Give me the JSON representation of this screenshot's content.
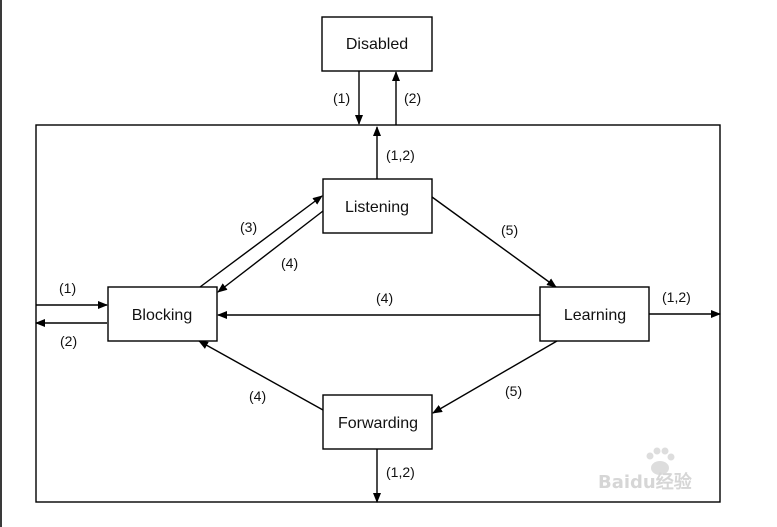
{
  "states": {
    "disabled": "Disabled",
    "listening": "Listening",
    "blocking": "Blocking",
    "learning": "Learning",
    "forwarding": "Forwarding"
  },
  "transitions": {
    "to_disabled_down": "(1)",
    "from_disabled_up": "(2)",
    "listening_to_outer": "(1,2)",
    "blocking_to_listening": "(3)",
    "listening_to_blocking": "(4)",
    "listening_to_learning": "(5)",
    "learning_to_blocking": "(4)",
    "learning_to_forwarding": "(5)",
    "forwarding_to_blocking": "(4)",
    "learning_exit": "(1,2)",
    "forwarding_exit": "(1,2)",
    "enter_blocking": "(1)",
    "exit_blocking": "(2)"
  },
  "watermark": "Baidu经验"
}
